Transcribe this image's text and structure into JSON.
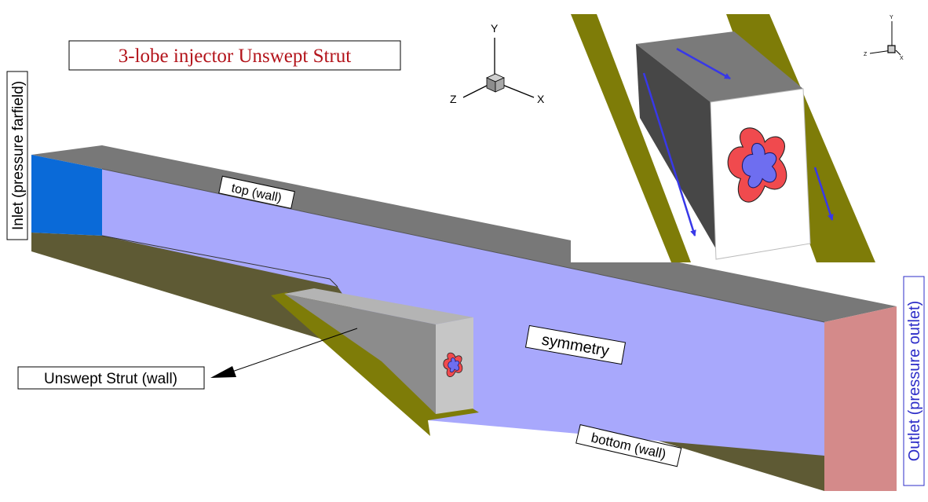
{
  "title": "3-lobe injector Unswept Strut",
  "labels": {
    "inlet": "Inlet (pressure farfield)",
    "outlet": "Outlet (pressure outlet)",
    "top": "top (wall)",
    "bottom": "bottom (wall)",
    "symmetry": "symmetry",
    "strut": "Unswept Strut (wall)"
  },
  "axes": {
    "x": "X",
    "y": "Y",
    "z": "Z"
  },
  "colors": {
    "title": "#b3141b",
    "outlet_label": "#2c2cc8",
    "inlet_face": "#0a6ad8",
    "symmetry_face": "#a8a8fc",
    "top_wall": "#7a7a7a",
    "bottom_wall": "#5e5a34",
    "olive": "#7e7c08",
    "outlet_face": "#d48a8a",
    "strut_top": "#8c8c8c",
    "strut_side": "#474747",
    "strut_face": "#c6c6c6",
    "lobe_outer": "#f04a4e",
    "lobe_inner": "#6e6ef0",
    "flow_arrow": "#3838e8"
  }
}
